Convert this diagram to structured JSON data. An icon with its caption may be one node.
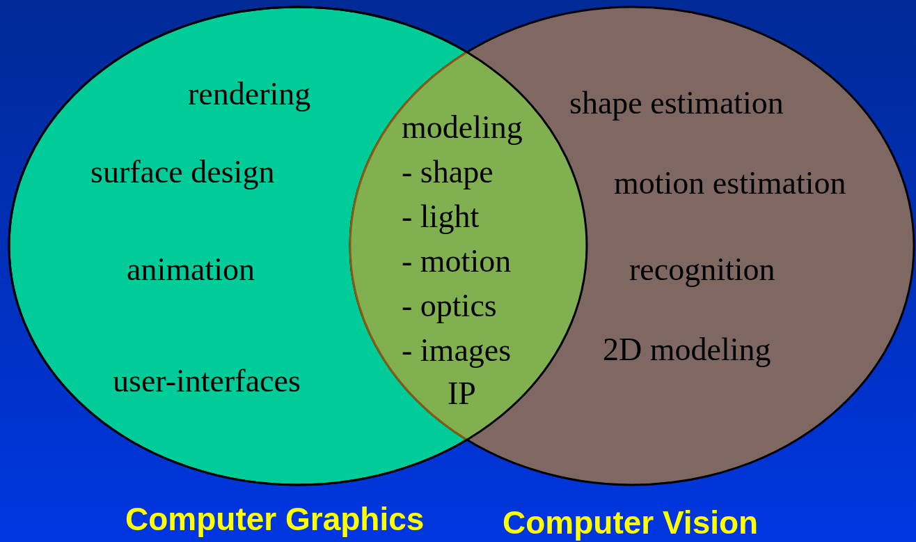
{
  "diagram": {
    "nodes": [
      {
        "text": [
          "rendering",
          "surface design",
          "animation",
          "user-interfaces",
          "Computer Graphics"
        ]
      },
      {
        "text": [
          "shape estimation",
          "motion estimation",
          "recognition",
          "2D modeling",
          "Computer Vision"
        ]
      }
    ],
    "labels": [
      "modeling",
      "- shape",
      "- light",
      "- motion",
      "- optics",
      "- images",
      "IP"
    ]
  }
}
